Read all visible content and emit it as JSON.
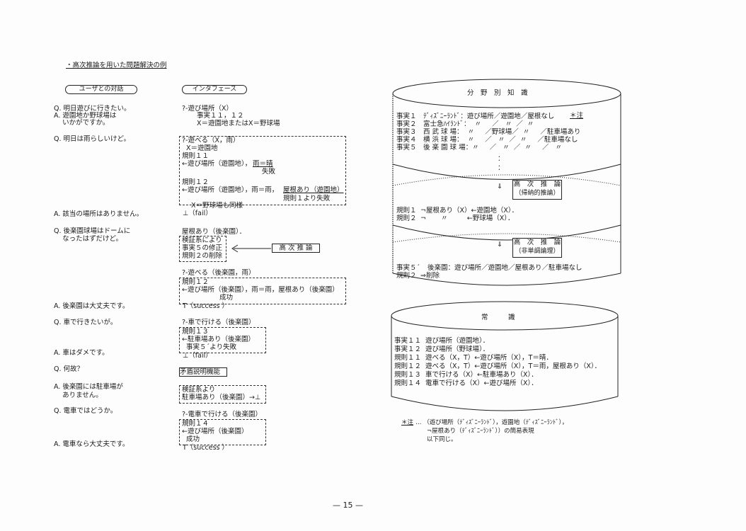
{
  "title": "・高次推論を用いた問題解決の例",
  "headers": {
    "dialog": "ユーザとの対話",
    "interface": "インタフェース"
  },
  "dialog": [
    "Q. 明日遊びに行きたい。",
    "A. 遊園地か野球場は",
    "    いかがですか。",
    "Q. 明日は雨らしいけど。",
    "A. 該当の場所はありません。",
    "Q. 後楽園球場はドームに",
    "    なったはずだけど。",
    "A. 後楽園は大丈夫です。",
    "Q. 車で行きたいが。",
    "A. 車はダメです。",
    "Q. 何故？",
    "A. 後楽園には駐車場が",
    "    ありません。",
    "Q. 電車ではどうか。",
    "A. 電車なら大丈夫です。"
  ],
  "interface": {
    "q1": "?-遊び場所（X）",
    "q1a": "事実１１，１２",
    "q1b": "X＝遊園地またはX＝野球場",
    "box1": [
      "?-遊べる（X，雨）",
      "  X＝遊園地",
      "規則１１",
      "←遊び場所（遊園地），",
      "雨＝晴",
      "失敗",
      "規則１２",
      "←遊び場所（遊園地），雨＝雨，",
      "屋根あり（遊園地）",
      "規則１より失敗"
    ],
    "same": "X＝野球場も同様",
    "fail1": "⊥（fail）",
    "roof": "屋根あり（後楽園）．",
    "box2": [
      "検証系により",
      "事実５の修正",
      "規則２の削除"
    ],
    "higher": "高 次 推 論",
    "q3": "?-遊べる（後楽園，雨）",
    "box3": [
      "規則１２",
      "←遊び場所（後楽園），雨＝雨，屋根あり（後楽園）",
      "成功"
    ],
    "succ1": "T（success ）",
    "q4": "?-車で行ける（後楽園）",
    "box4": [
      "規則１３",
      "←駐車場あり（後楽園）",
      "  事実５´より失敗"
    ],
    "fail2": "⊥（fail）",
    "contra": "矛盾説明機能",
    "box5": [
      "検証系より",
      "駐車場あり（後楽園）→⊥"
    ],
    "q5": "?-電車で行ける（後楽園）",
    "box6": [
      "規則１４",
      "←遊び場所（後楽園）",
      "  成功"
    ],
    "succ2": "T（success ）"
  },
  "domain_db": {
    "title": "分　野　別　知　識",
    "note_mark": "＊注",
    "facts": [
      {
        "label": "事実１",
        "text": "ﾃﾞｨｽﾞﾆｰﾗﾝﾄﾞ：遊び場所／遊園地／屋根なし"
      },
      {
        "label": "事実２",
        "text": "富士急ﾊｲﾗﾝﾄﾞ：  〃     ／   〃  ／  〃"
      },
      {
        "label": "事実３",
        "text": "西 武 球 場：  〃     ／野球場／  〃     ／駐車場あり"
      },
      {
        "label": "事実４",
        "text": "横 浜 球 場：  〃     ／   〃  ／  〃     ／駐車場なし"
      },
      {
        "label": "事実５",
        "text": "後 楽 園 球 場：〃     ／   〃  ／  〃     ／   〃"
      }
    ],
    "dots": "：",
    "inf1": {
      "title": "高　次　推　論",
      "sub": "（帰納的推論）"
    },
    "rules": [
      {
        "label": "規則１",
        "text": "¬屋根あり（X）←遊園地（X）．"
      },
      {
        "label": "規則２",
        "text": "¬       〃         ←野球場（X）．"
      }
    ],
    "inf2": {
      "title": "高　次　推　論",
      "sub": "（非単調論理）"
    },
    "updates": [
      {
        "label": "事実５´",
        "text": "後楽園：遊び場所／遊園地／屋根あり／駐車場なし"
      },
      {
        "label": "規則２",
        "text": "⇒削除"
      }
    ],
    "arrow": "⇓"
  },
  "common_db": {
    "title": "常　　　識",
    "items": [
      {
        "label": "事実１１",
        "text": "遊び場所（遊園地）．"
      },
      {
        "label": "事実１２",
        "text": "遊び場所（野球場）．"
      },
      {
        "label": "規則１１",
        "text": "遊べる（X，T）←遊び場所（X），T＝晴．"
      },
      {
        "label": "規則１２",
        "text": "遊べる（X，T）←遊び場所（X），T＝雨，屋根あり（X）．"
      },
      {
        "label": "規則１３",
        "text": "車で行ける（X）←駐車場あり（X）．"
      },
      {
        "label": "規則１４",
        "text": "電車で行ける（X）←遊び場所（X）．"
      }
    ]
  },
  "note": {
    "mark": "＊注",
    "lines": [
      "… （遊び場所（ﾃﾞｨｽﾞﾆｰﾗﾝﾄﾞ），遊園地（ﾃﾞｨｽﾞﾆｰﾗﾝﾄﾞ），",
      "¬屋根あり（ﾃﾞｨｽﾞﾆｰﾗﾝﾄﾞ））の簡易表現",
      "以下同じ。"
    ]
  },
  "page_number": "— 15 —"
}
